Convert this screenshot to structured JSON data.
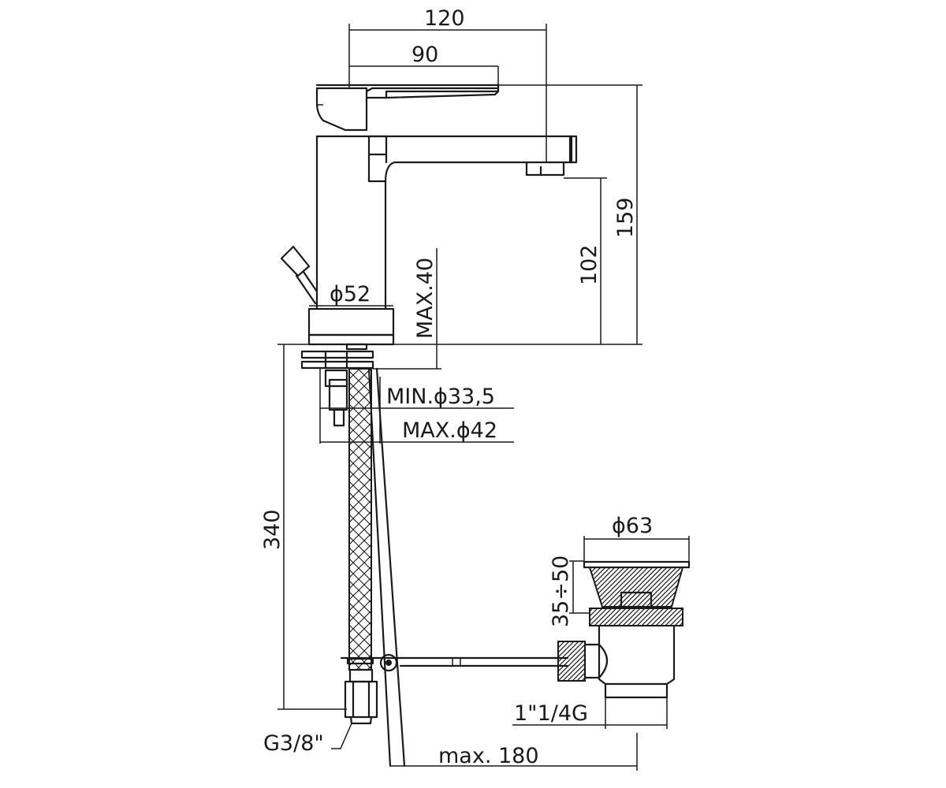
{
  "dimensions": {
    "width_overall": "120",
    "lever_reach": "90",
    "height_total": "159",
    "spout_height": "102",
    "base_diameter": "ϕ52",
    "deck_thickness_max": "MAX.40",
    "hole_min": "MIN.ϕ33,5",
    "hole_max": "MAX.ϕ42",
    "hose_length": "340",
    "waste_diameter": "ϕ63",
    "waste_height": "35÷50",
    "waste_thread": "1\"1/4G",
    "rod_length": "max. 180",
    "hose_thread": "G3/8\""
  }
}
